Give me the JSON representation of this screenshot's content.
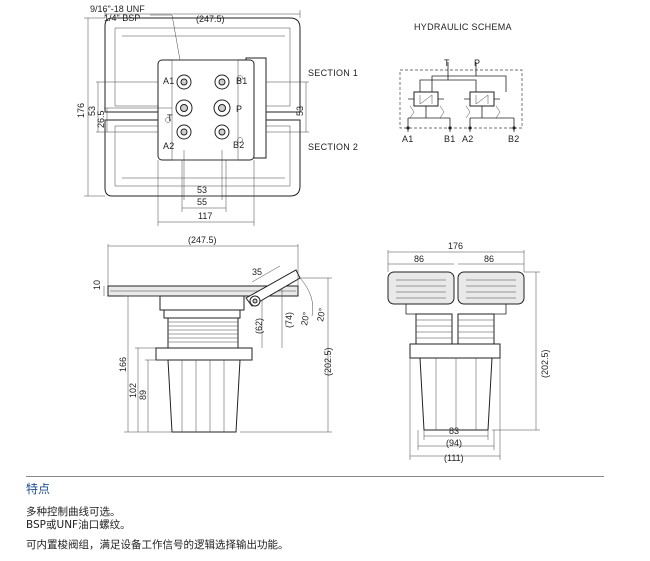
{
  "top_view": {
    "thread_label_1": "9/16\"-18 UNF",
    "thread_label_2": "1/4\" BSP",
    "width_overall": "(247.5)",
    "height_176": "176",
    "dim_53_left": "53",
    "dim_26_5": "26.5",
    "dim_53_right": "53",
    "dim_53_bottom": "53",
    "dim_55": "55",
    "dim_117": "117",
    "port_a1": "A1",
    "port_b1": "B1",
    "port_t": "T",
    "port_p": "P",
    "port_a2": "A2",
    "port_b2": "B2",
    "section_1": "SECTION 1",
    "section_2": "SECTION 2"
  },
  "schema": {
    "title": "HYDRAULIC SCHEMA",
    "port_t": "T",
    "port_p": "P",
    "port_a1": "A1",
    "port_b1": "B1",
    "port_a2": "A2",
    "port_b2": "B2"
  },
  "side_view": {
    "width_overall": "(247.5)",
    "dim_10": "10",
    "dim_35": "35",
    "dim_62": "(62)",
    "dim_74": "(74)",
    "angle_20a": "20°",
    "angle_20b": "20°",
    "dim_202_5": "(202.5)",
    "dim_166": "166",
    "dim_102": "102",
    "dim_89": "89"
  },
  "front_view": {
    "dim_176": "176",
    "dim_86_left": "86",
    "dim_86_right": "86",
    "dim_202_5": "(202.5)",
    "dim_83": "83",
    "dim_94": "(94)",
    "dim_111": "(111)"
  },
  "features": {
    "heading": "特点",
    "line_1": "多种控制曲线可选。",
    "line_2": "BSP或UNF油口螺纹。",
    "line_3": "可内置梭阀组，满足设备工作信号的逻辑选择输出功能。"
  }
}
